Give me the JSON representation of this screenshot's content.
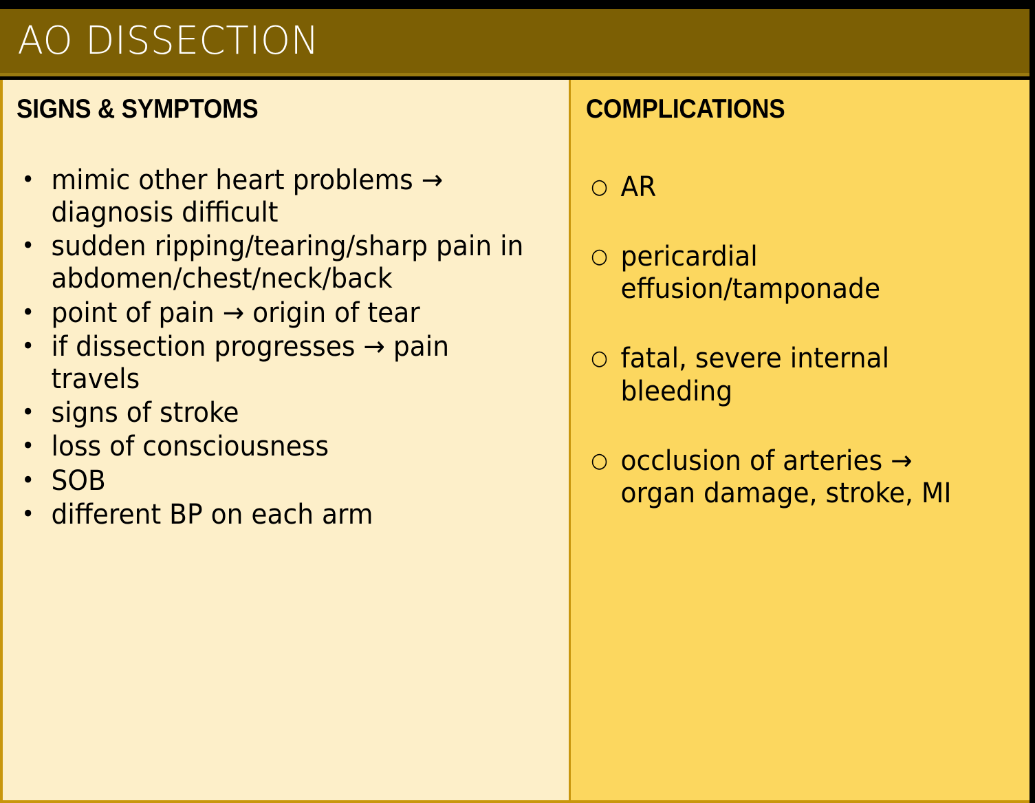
{
  "slide": {
    "title": "AO DISSECTION",
    "colors": {
      "title_bar": "#7C5F04",
      "title_text": "#FFFFFF",
      "title_underline": "#9A7A10",
      "left_column_bg": "#FDEFC9",
      "right_column_bg": "#FCD75F",
      "border": "#C8960C",
      "outer_bg": "#000000",
      "body_text": "#000000"
    }
  },
  "columns": {
    "signs": {
      "heading": "SIGNS & SYMPTOMS",
      "bullet_glyph": "•",
      "items": [
        "mimic other heart problems → diagnosis difficult",
        "sudden ripping/tearing/sharp pain in abdomen/chest/neck/back",
        "point of pain → origin of tear",
        "if dissection progresses → pain travels",
        "signs of stroke",
        "loss of consciousness",
        "SOB",
        "different BP on each arm"
      ]
    },
    "complications": {
      "heading": "COMPLICATIONS",
      "bullet_glyph": "○",
      "items": [
        "AR",
        "pericardial effusion/tamponade",
        "fatal, severe internal bleeding",
        "occlusion of arteries → organ damage, stroke, MI"
      ]
    }
  }
}
